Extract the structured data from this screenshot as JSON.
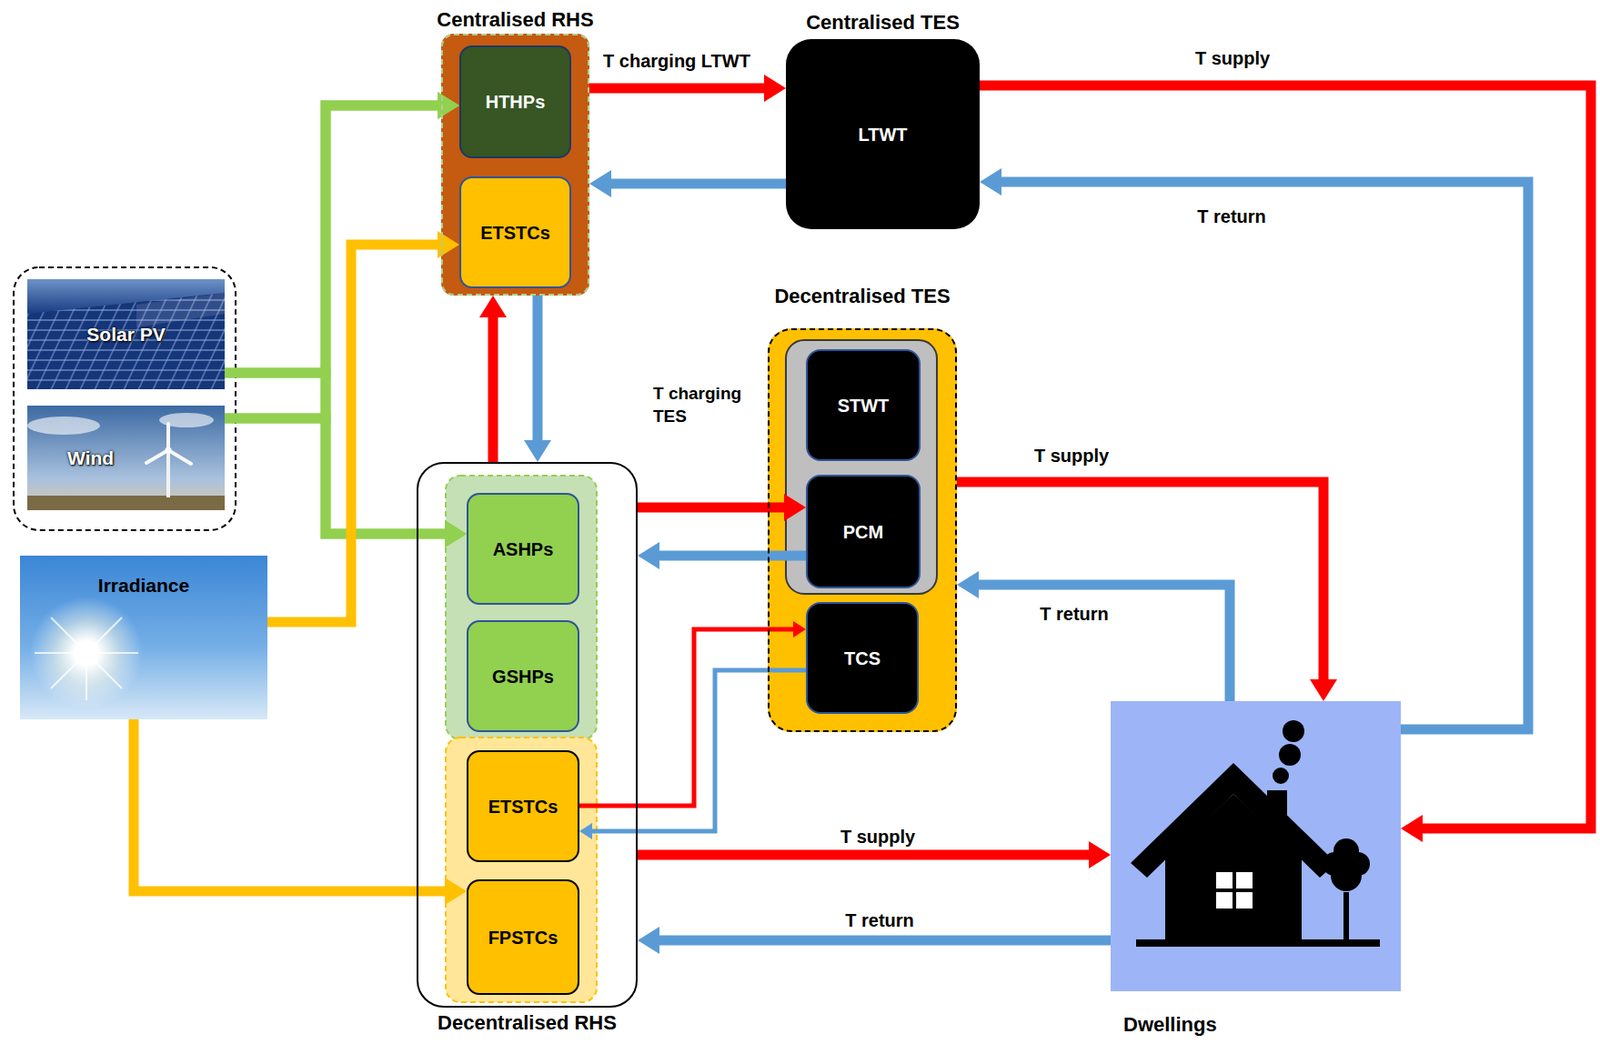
{
  "diagram": {
    "nodes": [
      {
        "text": [
          "Centralised RHS"
        ]
      },
      {
        "text": [
          "HTHPs"
        ],
        "in": 0
      },
      {
        "text": [
          "ETSTCs"
        ],
        "in": 0
      },
      {
        "text": [
          "Centralised TES",
          "LTWT"
        ]
      },
      {
        "text": [
          "Solar PV"
        ]
      },
      {
        "text": [
          "Wind"
        ]
      },
      {
        "text": [
          "Irradiance"
        ]
      },
      {
        "text": [
          "Decentralised TES"
        ]
      },
      {
        "text": [
          "STWT"
        ],
        "in": 7
      },
      {
        "text": [
          "PCM"
        ],
        "in": 7
      },
      {
        "text": [
          "TCS"
        ],
        "in": 7
      },
      {
        "text": [
          "Decentralised RHS"
        ]
      },
      {
        "text": [
          "ASHPs"
        ],
        "in": 11
      },
      {
        "text": [
          "GSHPs"
        ],
        "in": 11
      },
      {
        "text": [
          "ETSTCs"
        ],
        "in": 11
      },
      {
        "text": [
          "FPSTCs"
        ],
        "in": 11
      },
      {
        "text": [
          "Dwellings"
        ]
      }
    ],
    "edges": [
      {
        "from": 0,
        "to": 3,
        "arrow": "to",
        "label": "T charging LTWT"
      },
      {
        "from": 3,
        "to": 0,
        "arrow": "to"
      },
      {
        "from": 3,
        "to": 16,
        "arrow": "to",
        "label": "T supply"
      },
      {
        "from": 16,
        "to": 3,
        "arrow": "to",
        "label": "T return"
      },
      {
        "from": 4,
        "to": 1,
        "arrow": "to"
      },
      {
        "from": 5,
        "to": 1,
        "arrow": "to"
      },
      {
        "from": 4,
        "to": 12,
        "arrow": "to"
      },
      {
        "from": 5,
        "to": 12,
        "arrow": "to"
      },
      {
        "from": 6,
        "to": 2,
        "arrow": "to"
      },
      {
        "from": 6,
        "to": 15,
        "arrow": "to"
      },
      {
        "from": 11,
        "to": 0,
        "arrow": "to"
      },
      {
        "from": 0,
        "to": 11,
        "arrow": "to"
      },
      {
        "from": 11,
        "to": 9,
        "arrow": "to",
        "label": "T charging TES"
      },
      {
        "from": 9,
        "to": 11,
        "arrow": "to"
      },
      {
        "from": 7,
        "to": 16,
        "arrow": "to",
        "label": "T supply"
      },
      {
        "from": 16,
        "to": 7,
        "arrow": "to",
        "label": "T return"
      },
      {
        "from": 14,
        "to": 10,
        "arrow": "to"
      },
      {
        "from": 10,
        "to": 14,
        "arrow": "to"
      },
      {
        "from": 11,
        "to": 16,
        "arrow": "to",
        "label": "T supply"
      },
      {
        "from": 16,
        "to": 11,
        "arrow": "to",
        "label": "T return"
      }
    ]
  }
}
